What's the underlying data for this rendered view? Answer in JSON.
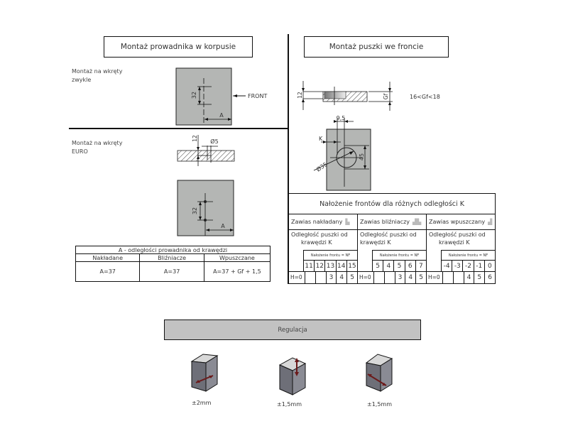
{
  "left_section": {
    "title": "Montaż prowadnika w korpusie",
    "screws_normal_label": [
      "Montaż na wkręty",
      "zwykle"
    ],
    "screws_euro_label": [
      "Montaż na wkręty",
      "EURO"
    ],
    "front_label": "FRONT",
    "dim_32": "32",
    "dim_A": "A",
    "dim_12": "12",
    "dim_d5": "Ø5"
  },
  "right_section": {
    "title": "Montaż puszki we froncie",
    "dim_12": "12",
    "dim_Gf": "Gf",
    "gf_range": "16<Gf<18",
    "dim_9_5": "9,5",
    "dim_K": "K",
    "dim_d35": "Ø35",
    "dim_45": "45"
  },
  "table_a": {
    "caption": "A - odległości prowadnika od krawędzi",
    "headers": [
      "Nakładane",
      "Bliźniacze",
      "Wpuszczane"
    ],
    "values": [
      "A=37",
      "A=37",
      "A=37 + Gf + 1,5"
    ]
  },
  "overlay_table": {
    "title": "Nałożenie frontów dla różnych odległości K",
    "columns": [
      {
        "hinge": "Zawias nakładany",
        "distance_label": [
          "Odległość puszki od",
          "krawędzi K"
        ],
        "nf_label": "Nałożenie frontu = NF",
        "k_values": [
          "11",
          "12",
          "13",
          "14",
          "15"
        ],
        "h_label": "H=0",
        "nf_values": [
          "",
          "",
          "3",
          "4",
          "5"
        ]
      },
      {
        "hinge": "Zawias bliźniaczy",
        "distance_label": [
          "Odległość puszki od",
          "krawędzi K"
        ],
        "nf_label": "Nałożenie frontu = NF",
        "k_values": [
          "5",
          "4",
          "5",
          "6",
          "7"
        ],
        "h_label": "H=0",
        "nf_values": [
          "",
          "",
          "3",
          "4",
          "5"
        ]
      },
      {
        "hinge": "Zawias wpuszczany",
        "distance_label": [
          "Odległość puszki od",
          "krawędzi K"
        ],
        "nf_label": "Nałożenie frontu = NF",
        "k_values": [
          "-4",
          "-3",
          "-2",
          "-1",
          "0"
        ],
        "h_label": "H=0",
        "nf_values": [
          "",
          "",
          "4",
          "5",
          "6"
        ]
      }
    ]
  },
  "regulation": {
    "title": "Regulacja",
    "items": [
      {
        "label": "±2mm",
        "direction": "side"
      },
      {
        "label": "±1,5mm",
        "direction": "vertical"
      },
      {
        "label": "±1,5mm",
        "direction": "depth"
      }
    ]
  },
  "colors": {
    "panel_gray": "#b4b6b4",
    "bar_gray": "#c2c2c2",
    "arrow_red": "#6b1a1a"
  }
}
